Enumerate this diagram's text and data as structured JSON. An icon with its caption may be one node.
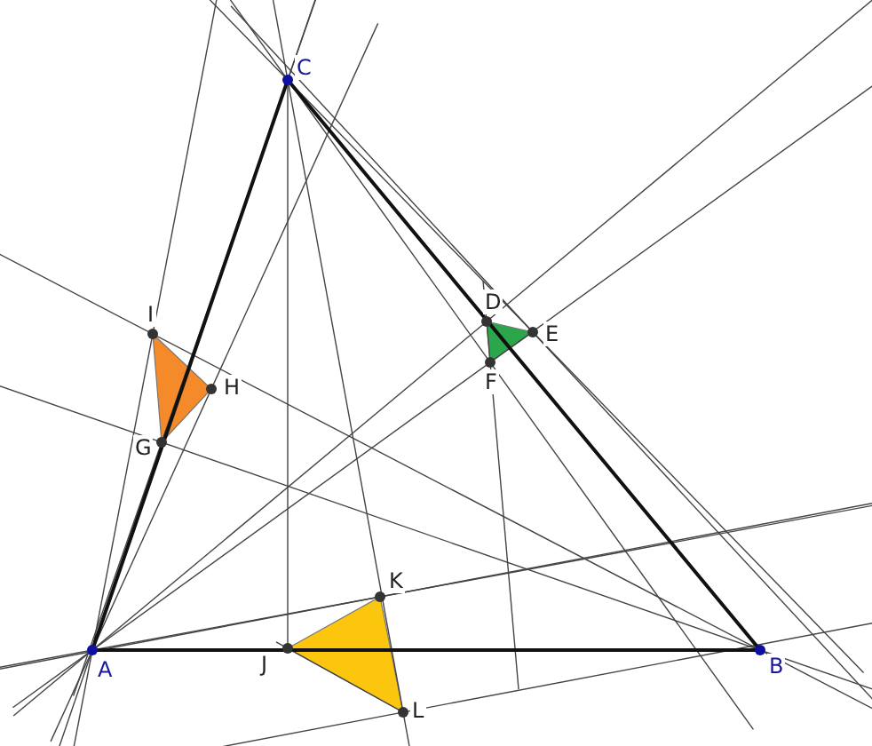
{
  "diagram": {
    "labels": [
      "C",
      "D",
      "E",
      "I",
      "H",
      "F",
      "G",
      "K",
      "A",
      "J",
      "B",
      "L"
    ]
  }
}
